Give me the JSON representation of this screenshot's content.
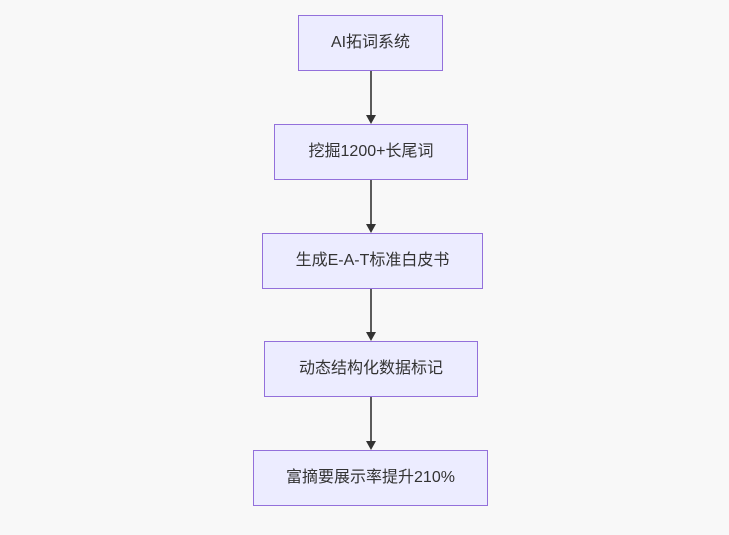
{
  "flowchart": {
    "type": "flowchart-vertical",
    "direction": "top-down",
    "nodes": [
      {
        "id": "node-1",
        "label": "AI拓词系统"
      },
      {
        "id": "node-2",
        "label": "挖掘1200+长尾词"
      },
      {
        "id": "node-3",
        "label": "生成E-A-T标准白皮书"
      },
      {
        "id": "node-4",
        "label": "动态结构化数据标记"
      },
      {
        "id": "node-5",
        "label": "富摘要展示率提升210%"
      }
    ],
    "edges": [
      {
        "from": "node-1",
        "to": "node-2",
        "style": "arrow-down"
      },
      {
        "from": "node-2",
        "to": "node-3",
        "style": "arrow-down"
      },
      {
        "from": "node-3",
        "to": "node-4",
        "style": "arrow-down"
      },
      {
        "from": "node-4",
        "to": "node-5",
        "style": "arrow-down"
      }
    ],
    "colors": {
      "background": "#f8f8f8",
      "node_fill": "#ECECFF",
      "node_border": "#9370DB",
      "edge_line": "#5b5b5b",
      "arrowhead": "#333333",
      "text": "#333333"
    }
  }
}
